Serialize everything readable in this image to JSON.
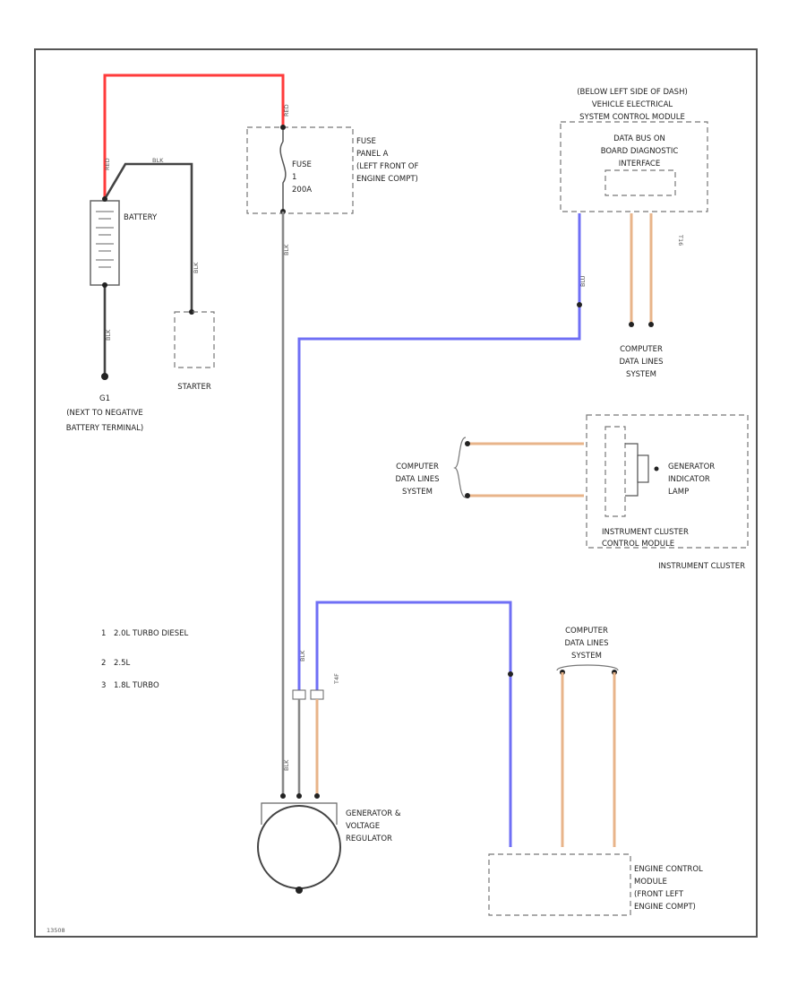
{
  "components": {
    "battery": "BATTERY",
    "starter": "STARTER",
    "ground_id": "G1",
    "ground_desc_1": "(NEXT TO NEGATIVE",
    "ground_desc_2": "BATTERY TERMINAL)",
    "fuse_panel_1": "FUSE",
    "fuse_panel_2": "PANEL A",
    "fuse_panel_3": "(LEFT FRONT OF",
    "fuse_panel_4": "ENGINE COMPT)",
    "fuse_name": "FUSE",
    "fuse_number": "1",
    "fuse_rating": "200A",
    "control_module_1": "(BELOW LEFT SIDE OF DASH)",
    "control_module_2": "VEHICLE ELECTRICAL",
    "control_module_3": "SYSTEM CONTROL MODULE",
    "databus_1": "DATA BUS ON",
    "databus_2": "BOARD DIAGNOSTIC",
    "databus_3": "INTERFACE",
    "cdl_top_1": "COMPUTER",
    "cdl_top_2": "DATA LINES",
    "cdl_top_3": "SYSTEM",
    "cdl_mid_1": "COMPUTER",
    "cdl_mid_2": "DATA LINES",
    "cdl_mid_3": "SYSTEM",
    "gen_lamp_1": "GENERATOR",
    "gen_lamp_2": "INDICATOR",
    "gen_lamp_3": "LAMP",
    "ic_module_1": "INSTRUMENT CLUSTER",
    "ic_module_2": "CONTROL MODULE",
    "ic_outer": "INSTRUMENT CLUSTER",
    "cdl_bot_1": "COMPUTER",
    "cdl_bot_2": "DATA LINES",
    "cdl_bot_3": "SYSTEM",
    "generator_1": "GENERATOR &",
    "generator_2": "VOLTAGE",
    "generator_3": "REGULATOR",
    "ecm_1": "ENGINE CONTROL",
    "ecm_2": "MODULE",
    "ecm_3": "(FRONT LEFT",
    "ecm_4": "ENGINE COMPT)"
  },
  "legend": [
    {
      "num": "1",
      "text": "2.0L TURBO DIESEL"
    },
    {
      "num": "2",
      "text": "2.5L"
    },
    {
      "num": "3",
      "text": "1.8L TURBO"
    }
  ],
  "wire_labels": {
    "red": "RED",
    "blk1": "BLK",
    "blk2": "BLK",
    "blk3": "BLK",
    "blk_fuse": "BLK",
    "blu1": "BLU",
    "t16": "T16",
    "blk_gen": "BLK",
    "t4f": "T4F"
  },
  "footer_code": "13508",
  "colors": {
    "red_wire": "#ff3b3b",
    "black_wire": "#444444",
    "gray_wire": "#888888",
    "blue_wire": "#6f6ff5",
    "orange_wire": "#e8b48a"
  }
}
